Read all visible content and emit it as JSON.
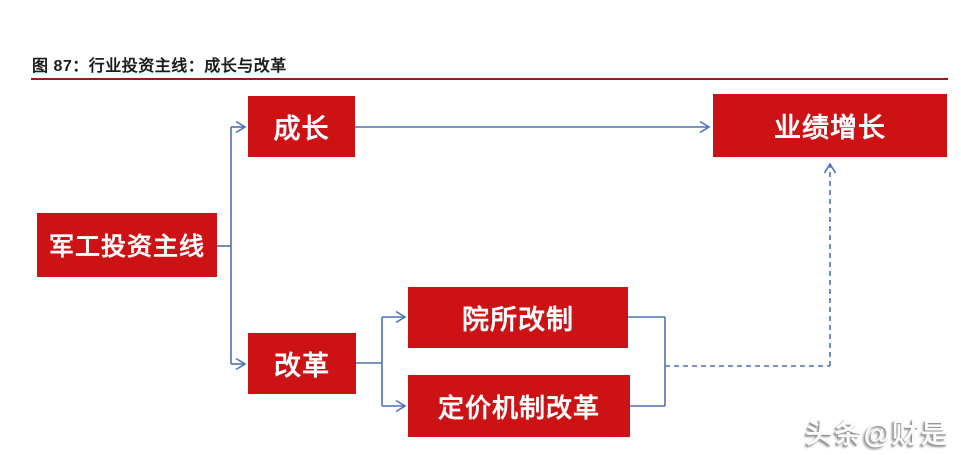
{
  "figure": {
    "title": "图 87：行业投资主线：成长与改革"
  },
  "diagram": {
    "nodes": {
      "main": {
        "label": "军工投资主线"
      },
      "growth": {
        "label": "成长"
      },
      "reform": {
        "label": "改革"
      },
      "performance": {
        "label": "业绩增长"
      },
      "institute_reform": {
        "label": "院所改制"
      },
      "pricing_reform": {
        "label": "定价机制改革"
      }
    },
    "edges": [
      {
        "from": "main",
        "to": "growth",
        "style": "solid-arrow"
      },
      {
        "from": "main",
        "to": "reform",
        "style": "solid-arrow"
      },
      {
        "from": "growth",
        "to": "performance",
        "style": "solid-arrow"
      },
      {
        "from": "reform",
        "to": "institute_reform",
        "style": "solid-arrow"
      },
      {
        "from": "reform",
        "to": "pricing_reform",
        "style": "solid-arrow"
      },
      {
        "from": "institute_reform",
        "to": "performance",
        "style": "dashed-arrow"
      },
      {
        "from": "pricing_reform",
        "to": "performance",
        "style": "dashed-arrow"
      }
    ],
    "colors": {
      "node_fill": "#cd1216",
      "node_text": "#ffffff",
      "connector_blue": "#4c72b8",
      "title_underline": "#9a1b1f"
    }
  },
  "watermark": {
    "text": "头条@财是"
  }
}
